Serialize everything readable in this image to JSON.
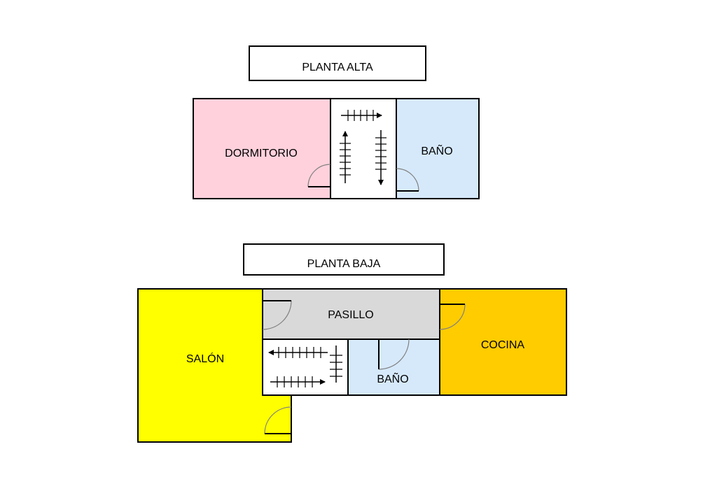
{
  "floors": {
    "upper": {
      "title": "PLANTA ALTA",
      "rooms": {
        "dormitorio": {
          "label": "DORMITORIO",
          "color": "#ffd1dc"
        },
        "bano": {
          "label": "BAÑO",
          "color": "#d6e9fb"
        },
        "stairs": {
          "color": "#ffffff"
        }
      }
    },
    "lower": {
      "title": "PLANTA BAJA",
      "rooms": {
        "salon": {
          "label": "SALÓN",
          "color": "#ffff00"
        },
        "pasillo": {
          "label": "PASILLO",
          "color": "#d9d9d9"
        },
        "cocina": {
          "label": "COCINA",
          "color": "#ffcc00"
        },
        "bano": {
          "label": "BAÑO",
          "color": "#d6e9fb"
        },
        "stairs": {
          "color": "#ffffff"
        }
      }
    }
  },
  "colors": {
    "wall": "#000000",
    "door": "#808080"
  }
}
